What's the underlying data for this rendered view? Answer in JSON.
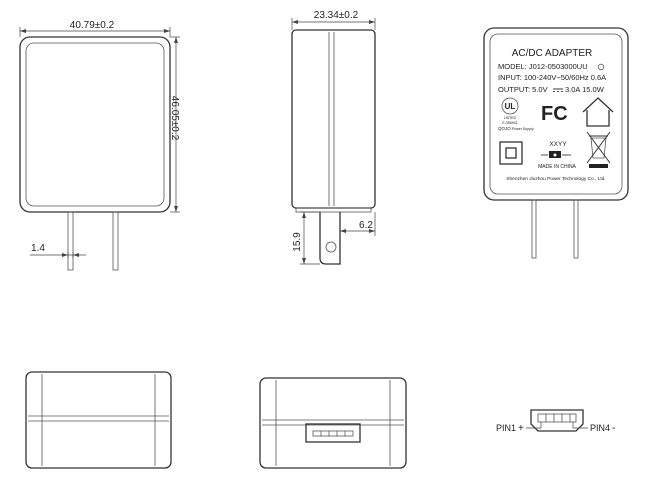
{
  "dimensions": {
    "front_width": "40.79±0.2",
    "front_height": "46.05±0.2",
    "pin_width": "1.4",
    "side_width": "23.34±0.2",
    "pin_length": "15.9",
    "pin_offset": "6.2"
  },
  "label": {
    "title": "AC/DC  ADAPTER",
    "model": "MODEL: J012-0503000UU",
    "input": "INPUT: 100-240V~50/60Hz 0.6A",
    "output_prefix": "OUTPUT: 5.0V",
    "output_suffix": "3.0A 15.0W",
    "ul_listed": "LISTED",
    "ul_file": "E-356901",
    "brand_small": "QOJO",
    "brand_small_sub": "Power Supply",
    "fc": "FC",
    "date_code": "XXYY",
    "made_in": "MADE  IN  CHINA",
    "manufacturer": "Shenzhen Jiuzhou Power Technology Co., Ltd."
  },
  "pins": {
    "pin1": "PIN1",
    "pin1_sign": "+",
    "pin4": "PIN4",
    "pin4_sign": "-"
  }
}
